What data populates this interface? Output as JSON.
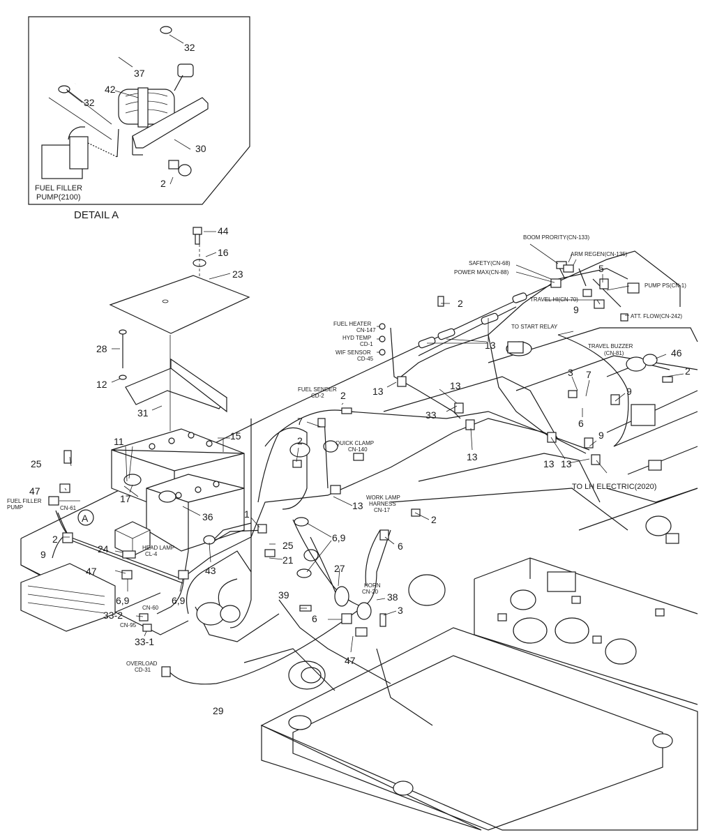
{
  "detail_a": {
    "title": "DETAIL  A",
    "pump_label_1": "FUEL FILLER",
    "pump_label_2": "PUMP(2100)",
    "callouts": [
      "32",
      "37",
      "32",
      "42",
      "30",
      "2"
    ]
  },
  "connector_labels": {
    "boom_priority": "BOOM PRORITY(CN-133)",
    "arm_regen": "ARM REGEN(CN-135)",
    "safety": "SAFETY(CN-68)",
    "power_max": "POWER MAX(CN-88)",
    "pump_ps": "PUMP PS(CN-1)",
    "travel_hi": "TRAVEL HI(CN-70)",
    "att_flow": "ATT. FLOW(CN-242)",
    "fuel_heater_1": "FUEL HEATER",
    "fuel_heater_2": "CN-147",
    "hyd_temp_1": "HYD TEMP",
    "hyd_temp_2": "CD-1",
    "wif_sensor_1": "WIF SENSOR",
    "wif_sensor_2": "CD-45",
    "to_start_relay": "TO START RELAY",
    "travel_buzzer_1": "TRAVEL BUZZER",
    "travel_buzzer_2": "(CN-81)",
    "fuel_sender_1": "FUEL SENDER",
    "fuel_sender_2": "CD-2",
    "quick_clamp_1": "QUICK CLAMP",
    "quick_clamp_2": "CN-140",
    "to_lh_electric": "TO LH ELECTRIC(2020)",
    "work_lamp_1": "WORK LAMP",
    "work_lamp_2": "HARNESS",
    "work_lamp_3": "CN-17",
    "fuel_filler_pump_1": "FUEL FILLER",
    "fuel_filler_pump_2": "PUMP",
    "cn61": "CN-61",
    "head_lamp_1": "HEAD LAMP",
    "head_lamp_2": "CL-4",
    "horn_1": "HORN",
    "horn_2": "CN-20",
    "cn60": "CN-60",
    "cn95": "CN-95",
    "overload_1": "OVERLOAD",
    "overload_2": "CD-31",
    "detail_marker": "A"
  },
  "callouts": {
    "c44": "44",
    "c16": "16",
    "c23": "23",
    "c28": "28",
    "c12": "12",
    "c31": "31",
    "c15": "15",
    "c11": "11",
    "c25a": "25",
    "c47a": "47",
    "c17": "17",
    "c2a": "2",
    "c9a": "9",
    "c24": "24",
    "c36": "36",
    "c47b": "47",
    "c69a": "6,9",
    "c69b": "6,9",
    "c332": "33-2",
    "c331": "33-1",
    "c43": "43",
    "c1": "1",
    "c25b": "25",
    "c21": "21",
    "c69c": "6,9",
    "c27": "27",
    "c39": "39",
    "c6a": "6",
    "c47c": "47",
    "c29": "29",
    "c38": "38",
    "c3a": "3",
    "c6b": "6",
    "c2b": "2",
    "c13a": "13",
    "c2c": "2",
    "c7a": "7",
    "c2d": "2",
    "c13b": "13",
    "c13c": "13",
    "c33": "33",
    "c13d": "13",
    "c13e": "13",
    "c2e": "2",
    "c13f": "13",
    "c5": "5",
    "c9b": "9",
    "c3b": "3",
    "c7b": "7",
    "c46": "46",
    "c2f": "2",
    "c9c": "9",
    "c6c": "6",
    "c9d": "9",
    "c13g": "13"
  }
}
